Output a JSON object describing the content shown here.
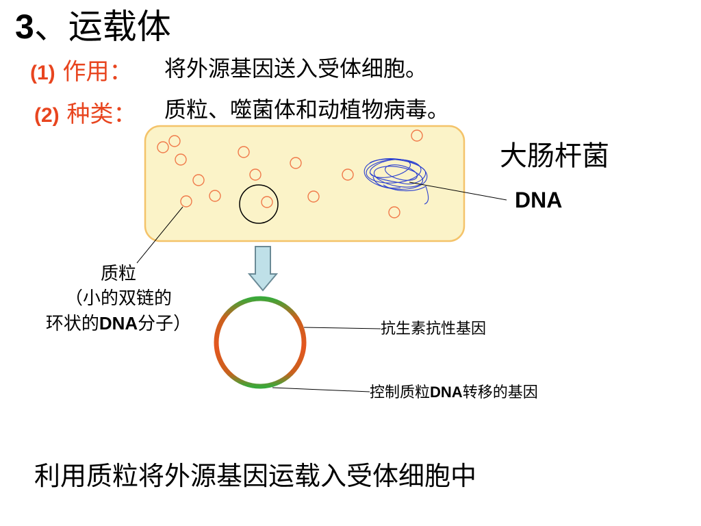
{
  "title": {
    "number": "3",
    "text": "、运载体"
  },
  "function": {
    "label_num": "(1)",
    "label": " 作用：",
    "text": "将外源基因送入受体细胞。"
  },
  "types": {
    "label_num": "(2)",
    "label": " 种类：",
    "text": "质粒、噬菌体和动植物病毒。"
  },
  "diagram": {
    "cell_label": "大肠杆菌",
    "dna_label": "DNA",
    "plasmid_label_line1": "质粒",
    "plasmid_label_line2": "（小的双链的",
    "plasmid_label_line3a": "环状的",
    "plasmid_label_line3b": "DNA",
    "plasmid_label_line3c": "分子）",
    "resistance_gene_label": "抗生素抗性基因",
    "control_gene_label_a": "控制质粒",
    "control_gene_label_b": "DNA",
    "control_gene_label_c": "转移的基因",
    "colors": {
      "cell_fill": "#fbf3c8",
      "cell_border": "#f4c36a",
      "plasmid_small": "#f07a4a",
      "chromosome": "#2a3fd0",
      "ring_orange": "#e4561f",
      "ring_green": "#3aa83a",
      "arrow_fill": "#bfe0e8",
      "arrow_stroke": "#6a8a96",
      "label_red": "#e8451f"
    }
  },
  "conclusion": "利用质粒将外源基因运载入受体细胞中"
}
